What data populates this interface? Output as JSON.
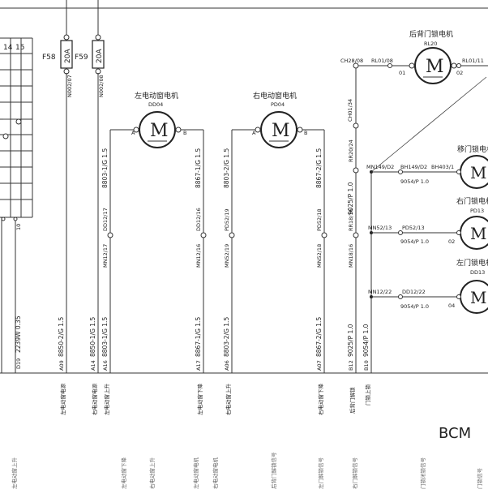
{
  "grid": {
    "col_14": "14",
    "col_15": "15"
  },
  "fuses": [
    {
      "name": "F58",
      "rating": "20A",
      "wire": "N002/07"
    },
    {
      "name": "F59",
      "rating": "20A",
      "wire": "N002/08"
    }
  ],
  "motors": {
    "left_window": {
      "title": "左电动窗电机",
      "code": "DD04",
      "symbol": "M",
      "pin_a": "A",
      "pin_b": "B"
    },
    "right_window": {
      "title": "右电动窗电机",
      "code": "PD04",
      "symbol": "M",
      "pin_a": "A",
      "pin_b": "B"
    },
    "rear_hatch": {
      "title": "后背门锁电机",
      "code": "RL20",
      "symbol": "M",
      "pin_a": "01",
      "pin_b": "02"
    },
    "sliding_door": {
      "title": "移门锁电机",
      "symbol": "M"
    },
    "right_door": {
      "title": "右门锁电机",
      "code": "PD13",
      "symbol": "M",
      "pin": "02"
    },
    "left_door": {
      "title": "左门锁电机",
      "code": "DD13",
      "symbol": "M",
      "pin": "04"
    }
  },
  "left_edge": {
    "wire_1": "2239W 0.35",
    "conn_1": "D19",
    "conn_2": "10",
    "small": "10"
  },
  "wires_vertical": {
    "w1": "8850-2/G  1.5",
    "w1c": "A09",
    "w2": "8850-1/G  1.5",
    "w2c": "A14",
    "w3": "8803-1/G  1.5",
    "w3c": "A16",
    "w4": "8803-1/G  1.5",
    "w4c_top": "DD12/17",
    "w4c_bot": "MN12/17",
    "w5": "8867-1/G  1.5",
    "w5c_top": "DD12/16",
    "w5c_bot": "MN12/16",
    "w6": "8867-1/G  1.5",
    "w6c": "A17",
    "w7": "8803-2/G  1.5",
    "w7c_top": "PD52/19",
    "w7c_bot": "MN52/19",
    "w8": "8803-2/G  1.5",
    "w8c": "A06",
    "w9": "8867-2/G  1.5",
    "w9c_top": "PD52/18",
    "w9c_bot": "MN52/18",
    "w10": "8867-2/G  1.5",
    "w10c": "A07",
    "w11": "9025/P  1.0",
    "w11c_top": "RR20/24",
    "w11c_mid": "RR18/16",
    "w11c_bot": "MN18/16",
    "w12": "9025/P  1.0",
    "w12c": "B12",
    "w13": "9054/P  1.0",
    "w13c": "B10",
    "w14": "CH01/34"
  },
  "rear_hatch_wires": {
    "left_conn": "CH28/08",
    "mid_conn": "RL01/08",
    "right_conn": "RL01/11"
  },
  "door_wires": {
    "sliding": {
      "conn_left": "MN149/D2",
      "conn_mid": "BH149/D2",
      "conn_right": "BH403/1",
      "wire": "9054/P  1.0"
    },
    "right": {
      "conn_left": "MN52/13",
      "conn_mid": "PD52/13",
      "wire": "9054/P  1.0"
    },
    "left": {
      "conn_left": "MN12/22",
      "conn_mid": "DD12/22",
      "wire": "9054/P  1.0"
    }
  },
  "bottom_labels": {
    "b1": "左电动窗电源",
    "b2": "右电动窗电源",
    "b3": "左电动窗上升",
    "b4": "左电动窗下降",
    "b5": "右电动窗上升",
    "b6": "右电动窗下降",
    "b7": "后背门解锁",
    "b8": "门锁上锁"
  },
  "footer_labels": {
    "f1": "左电动窗上升",
    "f2": "左电动窗下降",
    "f3": "右电动窗上升",
    "f4": "左电动窗电机",
    "f5": "右电动窗电机",
    "f6": "后背门解锁信号",
    "f7": "左门解锁信号",
    "f8": "右门解锁信号",
    "f9": "门锁闭锁信号",
    "f10": "门锁信号"
  },
  "module": "BCM"
}
